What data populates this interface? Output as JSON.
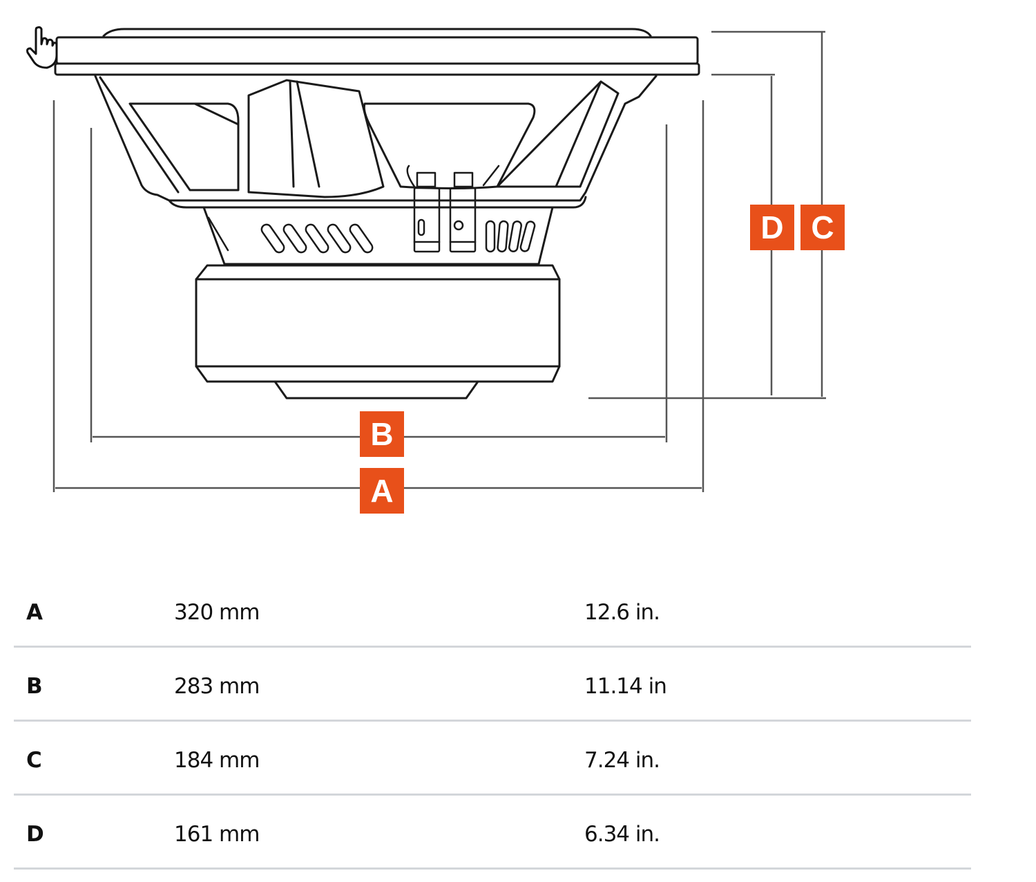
{
  "diagram": {
    "title": "Subwoofer dimension drawing",
    "badge_color": "#e8501a",
    "badges": {
      "A": "A",
      "B": "B",
      "C": "C",
      "D": "D"
    }
  },
  "dimensions_table": {
    "rows": [
      {
        "key": "A",
        "mm": "320 mm",
        "inches": "12.6 in."
      },
      {
        "key": "B",
        "mm": "283 mm",
        "inches": "11.14 in"
      },
      {
        "key": "C",
        "mm": "184 mm",
        "inches": "7.24 in."
      },
      {
        "key": "D",
        "mm": "161 mm",
        "inches": "6.34 in."
      }
    ]
  },
  "cursor": {
    "icon": "hand-pointer-icon"
  }
}
